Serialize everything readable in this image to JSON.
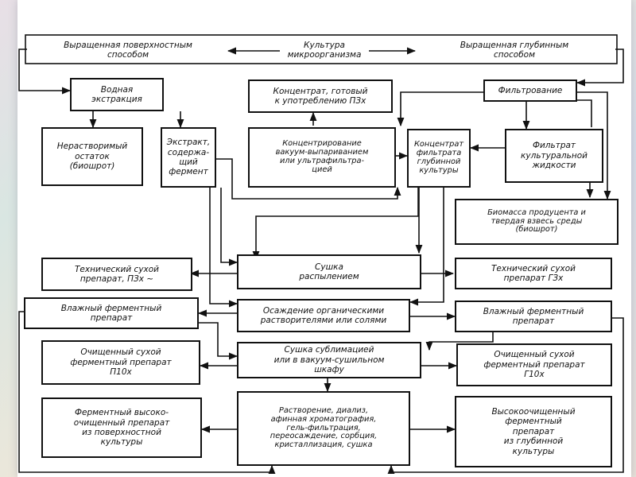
{
  "diagram": {
    "nodes": {
      "surface": "Выращенная поверхностным\nспособом",
      "culture": "Культура\nмикроорганизма",
      "deep": "Выращенная глубинным\nспособом",
      "water_extraction": "Водная\nэкстракция",
      "concentrate_ready": "Концентрат, готовый\nк употреблению ПЗх",
      "filtration": "Фильтрование",
      "insoluble_residue": "Нерастворимый\nостаток\n(биошрот)",
      "extract": "Экстракт,\nсодержа-\nщий\nфермент",
      "concentration": "Концентрирование\nвакуум-выпариванием\nили ультрафильтра-\nцией",
      "filtrate_concentrate": "Концентрат\nфильтрата\nглубинной\nкультуры",
      "culture_filtrate": "Фильтрат\nкультуральной\nжидкости",
      "biomass": "Биомасса продуцента и\nтвердая взвесь среды\n(биошрот)",
      "tech_dry_p3x": "Технический сухой\nпрепарат, ПЗх ~",
      "spray_drying": "Сушка\nраспылением",
      "tech_dry_g3x": "Технический сухой\nпрепарат ГЗх",
      "wet_enzyme_left": "Влажный ферментный\nпрепарат",
      "precipitation": "Осаждение органическими\nрастворителями или солями",
      "wet_enzyme_right": "Влажный ферментный\nпрепарат",
      "purified_p10x": "Очищенный сухой\nферментный препарат\nП10х",
      "freeze_drying": "Сушка сублимацией\nили в вакуум-сушильном\nшкафу",
      "purified_g10x": "Очищенный сухой\nферментный препарат\nГ10х",
      "high_purified_surface": "Ферментный высоко-\nочищенный препарат\nиз поверхностной\nкультуры",
      "dissolution": "Растворение, диализ,\nафинная хроматография,\nгель-фильтрация,\nпереосаждение, сорбция,\nкристаллизация, сушка",
      "high_purified_deep": "Высокоочищенный\nферментный\nпрепарат\nиз глубинной\nкультуры"
    }
  }
}
